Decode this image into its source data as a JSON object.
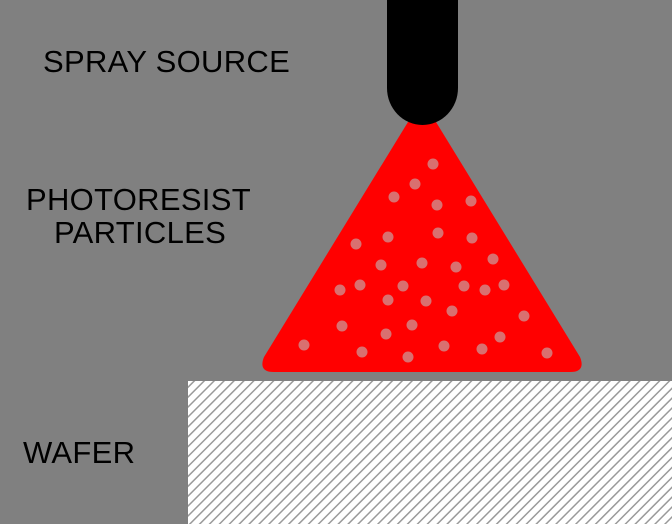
{
  "labels": {
    "spray_source": "SPRAY SOURCE",
    "photoresist_line1": "PHOTORESIST",
    "photoresist_line2": "PARTICLES",
    "wafer": "WAFER"
  },
  "colors": {
    "background": "#808080",
    "nozzle": "#000000",
    "spray_cone": "#ff0000",
    "particles": "#d97070",
    "wafer_fill": "#ffffff",
    "wafer_hatch": "#9a9a9a"
  }
}
